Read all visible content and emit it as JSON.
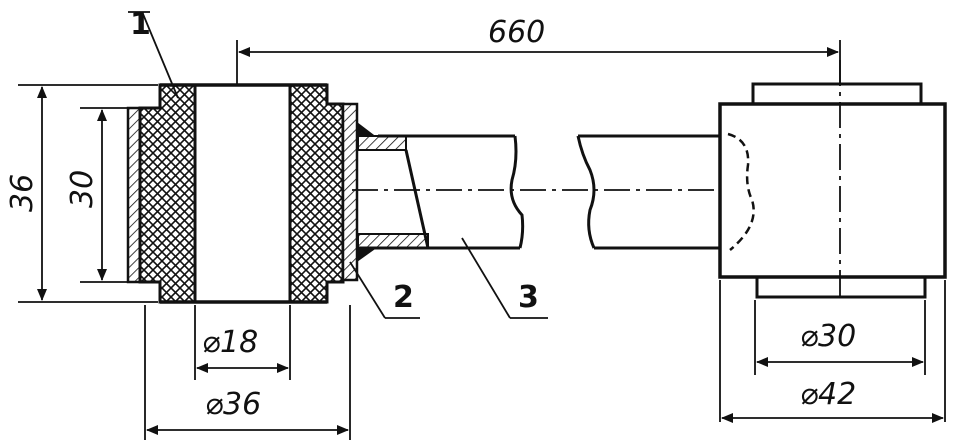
{
  "colors": {
    "ink": "#111111",
    "background": "#ffffff"
  },
  "callouts": {
    "part1": "1",
    "part2": "2",
    "part3": "3"
  },
  "dimensions": {
    "length": "660",
    "outer_height": "36",
    "inner_height": "30",
    "bore_dia": "⌀18",
    "rubber_dia": "⌀36",
    "head_inner_dia": "⌀30",
    "head_outer_dia": "⌀42"
  }
}
